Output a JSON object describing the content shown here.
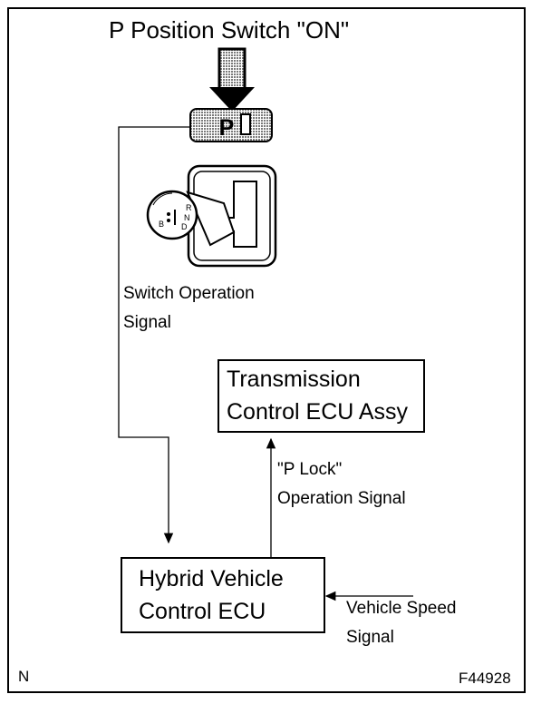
{
  "title": "P Position Switch \"ON\"",
  "switch_label": "P",
  "switch_operation_signal": [
    "Switch Operation",
    "Signal"
  ],
  "tcu_box": [
    "Transmission",
    "Control ECU Assy"
  ],
  "p_lock_signal": [
    "\"P Lock\"",
    "Operation Signal"
  ],
  "hv_box": [
    "Hybrid Vehicle",
    "Control ECU"
  ],
  "vehicle_speed_signal": [
    "Vehicle Speed",
    "Signal"
  ],
  "shift_labels": {
    "r": "R",
    "n": "N",
    "d": "D",
    "b": "B"
  },
  "corner_left": "N",
  "figure_code": "F44928"
}
